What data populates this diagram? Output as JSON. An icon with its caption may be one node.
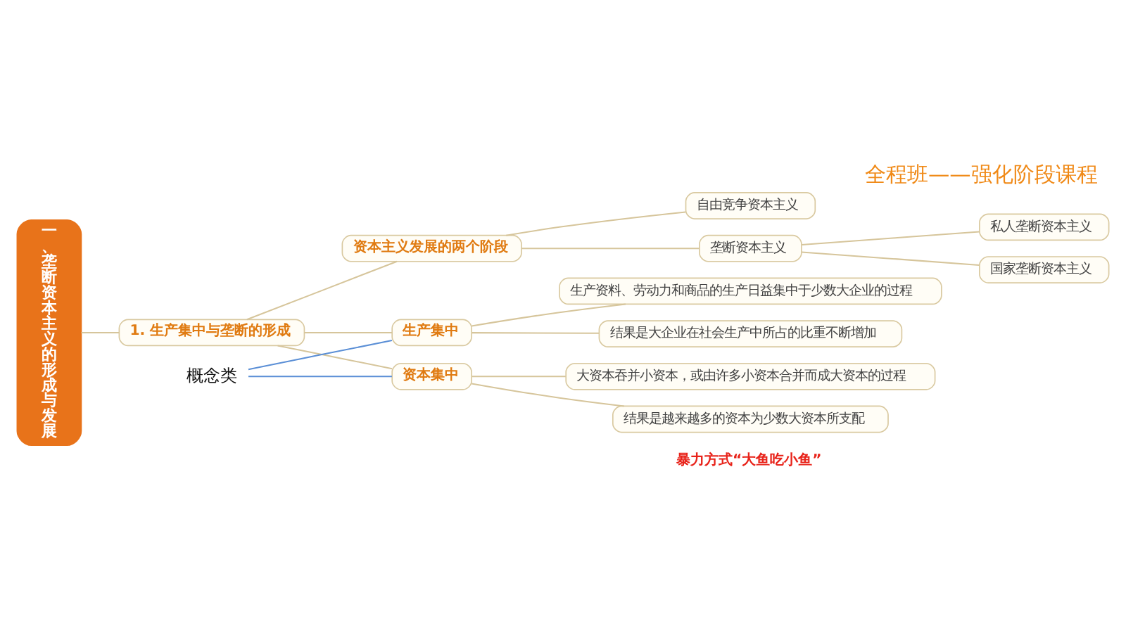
{
  "diagram": {
    "title": "全程班——强化阶段课程",
    "nodes": [
      {
        "text": [
          "一、垄断资本主义的形成与发展"
        ]
      },
      {
        "text": [
          "1. 生产集中与垄断的形成"
        ]
      },
      {
        "text": [
          "资本主义发展的两个阶段"
        ]
      },
      {
        "text": [
          "自由竞争资本主义"
        ]
      },
      {
        "text": [
          "垄断资本主义"
        ]
      },
      {
        "text": [
          "私人垄断资本主义"
        ]
      },
      {
        "text": [
          "国家垄断资本主义"
        ]
      },
      {
        "text": [
          "生产集中"
        ]
      },
      {
        "text": [
          "生产资料、劳动力和商品的生产日益集中于少数大企业的过程"
        ]
      },
      {
        "text": [
          "结果是大企业在社会生产中所占的比重不断增加"
        ]
      },
      {
        "text": [
          "资本集中"
        ]
      },
      {
        "text": [
          "大资本吞并小资本，或由许多小资本合并而成大资本的过程"
        ]
      },
      {
        "text": [
          "结果是越来越多的资本为少数大资本所支配"
        ]
      },
      {
        "text": [
          "概念类"
        ]
      }
    ],
    "edges": [
      {
        "from": 0,
        "to": 1,
        "arrow": "none"
      },
      {
        "from": 1,
        "to": 2,
        "arrow": "none"
      },
      {
        "from": 1,
        "to": 7,
        "arrow": "none"
      },
      {
        "from": 1,
        "to": 10,
        "arrow": "none"
      },
      {
        "from": 2,
        "to": 3,
        "arrow": "none"
      },
      {
        "from": 2,
        "to": 4,
        "arrow": "none"
      },
      {
        "from": 4,
        "to": 5,
        "arrow": "none"
      },
      {
        "from": 4,
        "to": 6,
        "arrow": "none"
      },
      {
        "from": 7,
        "to": 8,
        "arrow": "none"
      },
      {
        "from": 7,
        "to": 9,
        "arrow": "none"
      },
      {
        "from": 10,
        "to": 11,
        "arrow": "none"
      },
      {
        "from": 10,
        "to": 12,
        "arrow": "none"
      },
      {
        "from": 13,
        "to": 7,
        "arrow": "none",
        "color": "#5b8fd6"
      },
      {
        "from": 13,
        "to": 10,
        "arrow": "none",
        "color": "#5b8fd6"
      }
    ],
    "labels": [
      "暴力方式“大鱼吃小鱼”"
    ]
  }
}
